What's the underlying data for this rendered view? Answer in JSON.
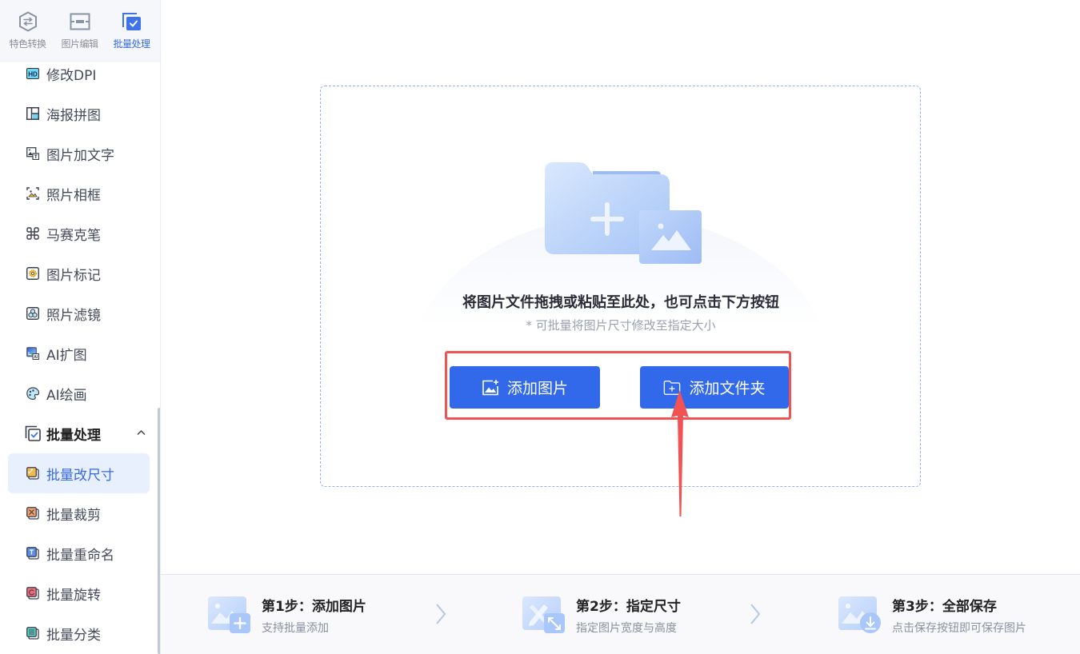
{
  "sidebar": {
    "top_tabs": [
      {
        "label": "特色转换",
        "icon": "convert-icon",
        "active": false
      },
      {
        "label": "图片编辑",
        "icon": "image-edit-icon",
        "active": false
      },
      {
        "label": "批量处理",
        "icon": "batch-icon",
        "active": true
      }
    ],
    "items": [
      {
        "label": "修改DPI",
        "icon": "hd-icon"
      },
      {
        "label": "海报拼图",
        "icon": "collage-icon"
      },
      {
        "label": "图片加文字",
        "icon": "image-text-icon"
      },
      {
        "label": "照片相框",
        "icon": "photo-frame-icon"
      },
      {
        "label": "马赛克笔",
        "icon": "mosaic-icon"
      },
      {
        "label": "图片标记",
        "icon": "image-mark-icon"
      },
      {
        "label": "照片滤镜",
        "icon": "filter-icon"
      },
      {
        "label": "AI扩图",
        "icon": "ai-expand-icon"
      },
      {
        "label": "AI绘画",
        "icon": "ai-paint-icon"
      }
    ],
    "group": {
      "label": "批量处理",
      "icon": "batch-icon",
      "chevron": "^",
      "expanded": true
    },
    "sub_items": [
      {
        "label": "批量改尺寸",
        "icon": "batch-resize-icon",
        "active": true
      },
      {
        "label": "批量裁剪",
        "icon": "batch-crop-icon",
        "active": false
      },
      {
        "label": "批量重命名",
        "icon": "batch-rename-icon",
        "active": false
      },
      {
        "label": "批量旋转",
        "icon": "batch-rotate-icon",
        "active": false
      },
      {
        "label": "批量分类",
        "icon": "batch-classify-icon",
        "active": false
      }
    ]
  },
  "dropzone": {
    "title": "将图片文件拖拽或粘贴至此处，也可点击下方按钮",
    "subtitle": "* 可批量将图片尺寸修改至指定大小",
    "buttons": {
      "add_image": "添加图片",
      "add_folder": "添加文件夹"
    }
  },
  "steps": [
    {
      "title": "第1步：添加图片",
      "desc": "支持批量添加"
    },
    {
      "title": "第2步：指定尺寸",
      "desc": "指定图片宽度与高度"
    },
    {
      "title": "第3步：全部保存",
      "desc": "点击保存按钮即可保存图片"
    }
  ],
  "colors": {
    "accent": "#3169ea",
    "active_bg": "#e8effd",
    "highlight": "#f15355",
    "dash": "#8fb4ec"
  }
}
